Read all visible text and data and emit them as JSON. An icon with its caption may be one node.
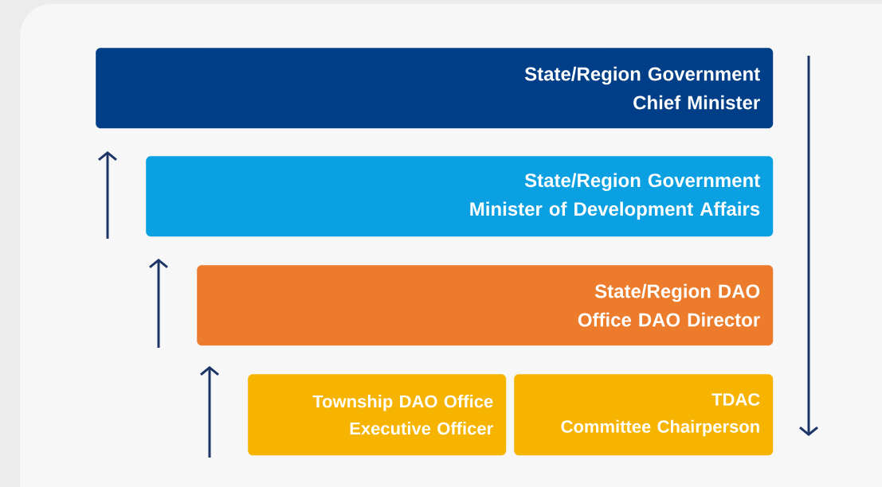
{
  "diagram": {
    "nodes": [
      {
        "text": [
          "State/Region Government",
          "Chief Minister"
        ]
      },
      {
        "text": [
          "State/Region Government",
          "Minister of Development Affairs"
        ]
      },
      {
        "text": [
          "State/Region DAO",
          "Office DAO Director"
        ]
      },
      {
        "text": [
          "Township DAO Office",
          "Executive Officer"
        ]
      },
      {
        "text": [
          "TDAC",
          "Committee Chairperson"
        ]
      }
    ]
  }
}
